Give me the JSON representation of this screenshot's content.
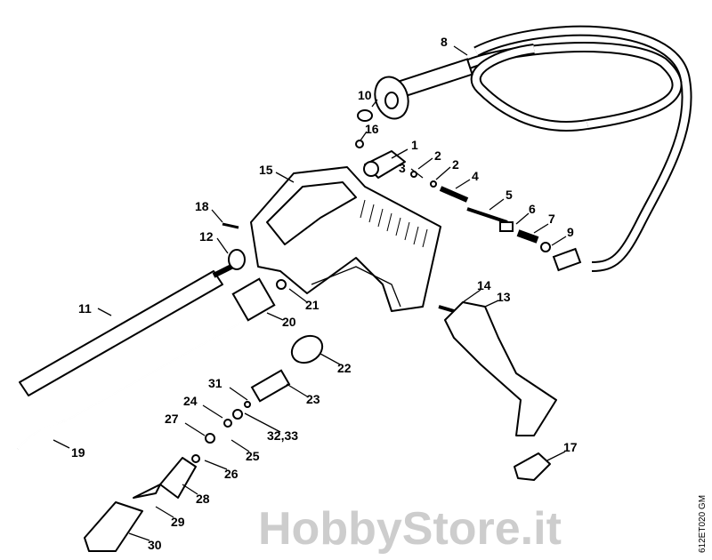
{
  "diagram": {
    "watermark": "HobbyStore.it",
    "drawing_code": "612ET020 GM",
    "labels": [
      "8",
      "10",
      "16",
      "1",
      "2",
      "2",
      "3",
      "4",
      "15",
      "18",
      "12",
      "5",
      "6",
      "7",
      "9",
      "11",
      "21",
      "14",
      "13",
      "20",
      "22",
      "31",
      "23",
      "24",
      "27",
      "32,33",
      "25",
      "19",
      "26",
      "17",
      "28",
      "29",
      "30"
    ]
  }
}
